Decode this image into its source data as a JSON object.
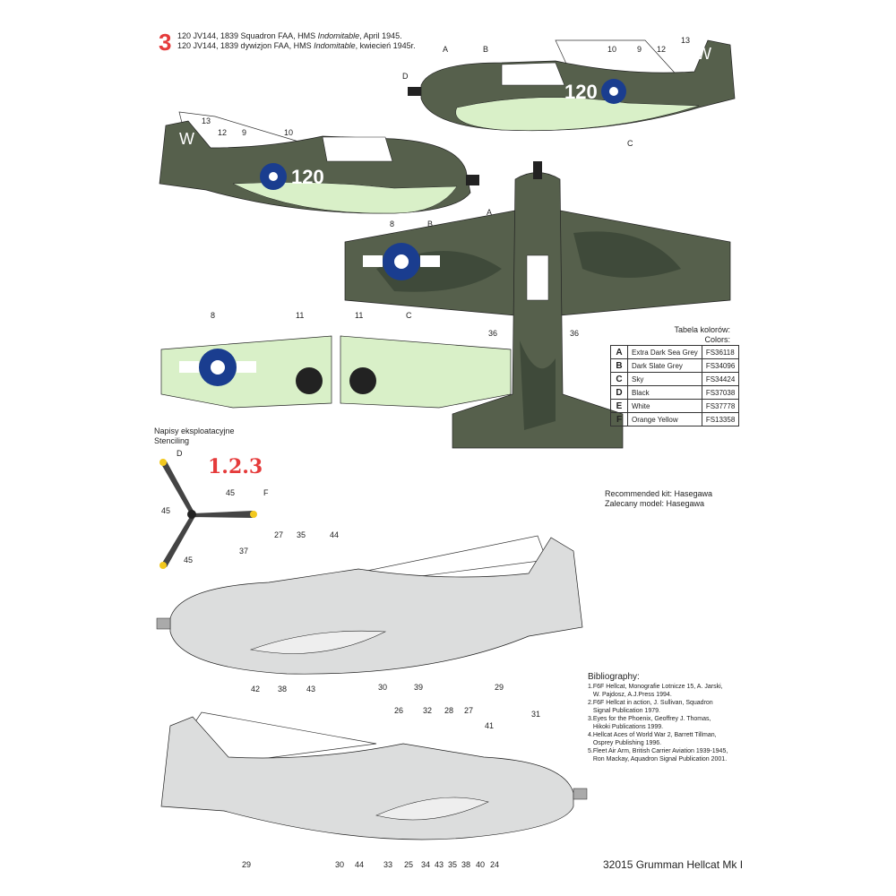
{
  "header": {
    "number": "3",
    "line1_pre": "120 JV144, 1839 Squadron FAA, HMS ",
    "line1_ship": "Indomitable",
    "line1_post": ", April 1945.",
    "line2_pre": "120 JV144, 1839 dywizjon FAA, HMS ",
    "line2_ship": "Indomitable",
    "line2_post": ", kwiecień 1945r."
  },
  "markings": {
    "code": "120",
    "tail": "W"
  },
  "callouts_top": [
    "A",
    "B",
    "D",
    "10",
    "9",
    "12",
    "13",
    "C"
  ],
  "callouts_left": [
    "13",
    "12",
    "9",
    "10"
  ],
  "callouts_plan": [
    "8",
    "B",
    "A",
    "36",
    "36"
  ],
  "callouts_under": [
    "8",
    "11",
    "11",
    "C"
  ],
  "stenciling": {
    "title_pl": "Napisy eksploatacyjne",
    "title_en": "Stenciling",
    "decal_sets": "1.2.3",
    "prop_labels": [
      "D",
      "45",
      "45",
      "45",
      "F"
    ]
  },
  "colors": {
    "title_pl": "Tabela kolorów:",
    "title_en": "Colors:",
    "rows": [
      {
        "letter": "A",
        "name": "Extra Dark Sea Grey",
        "fs": "FS36118",
        "hex": "#3f4a3a"
      },
      {
        "letter": "B",
        "name": "Dark Slate Grey",
        "fs": "FS34096",
        "hex": "#56604c"
      },
      {
        "letter": "C",
        "name": "Sky",
        "fs": "FS34424",
        "hex": "#d9f0c8"
      },
      {
        "letter": "D",
        "name": "Black",
        "fs": "FS37038",
        "hex": "#111111"
      },
      {
        "letter": "E",
        "name": "White",
        "fs": "FS37778",
        "hex": "#ffffff"
      },
      {
        "letter": "F",
        "name": "Orange Yellow",
        "fs": "FS13358",
        "hex": "#f2c81e"
      }
    ]
  },
  "kit": {
    "en": "Recommended kit: Hasegawa",
    "pl": "Zalecany model: Hasegawa"
  },
  "stencil_upper": [
    "27",
    "35",
    "44",
    "37",
    "42",
    "38",
    "43",
    "30",
    "39",
    "29"
  ],
  "stencil_lower": [
    "26",
    "32",
    "28",
    "27",
    "41",
    "31",
    "29",
    "30",
    "44",
    "33",
    "25",
    "34",
    "43",
    "35",
    "38",
    "40",
    "24"
  ],
  "bibliography": {
    "title": "Bibliography:",
    "items": [
      "1.F6F Hellcat, Monografie Lotnicze 15, A. Jarski,",
      "   W. Pajdosz, A.J.Press 1994.",
      "2.F6F Hellcat in action, J. Sullivan, Squadron",
      "   Signal Publication 1979.",
      "3.Eyes for the Phoenix, Geoffrey J. Thomas,",
      "   Hikoki Publications 1999.",
      "4.Hellcat Aces of World War 2, Barrett Tillman,",
      "   Osprey Publishing 1996.",
      "5.Fleet Air Arm, British Carrier Aviation 1939-1945,",
      "   Ron Mackay, Aquadron Signal Publication 2001."
    ]
  },
  "footer": "32015 Grumman Hellcat Mk I"
}
